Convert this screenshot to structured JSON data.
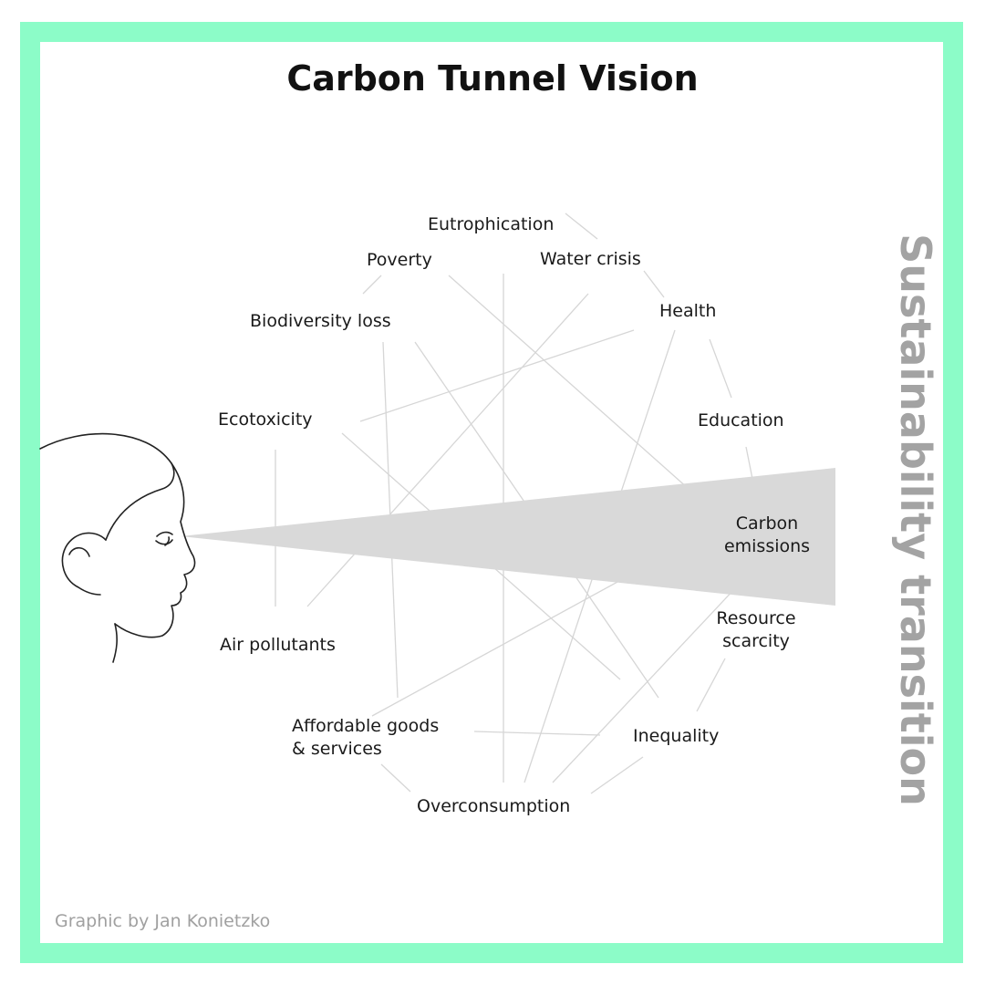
{
  "title": "Carbon Tunnel Vision",
  "side_title": "Sustainability transition",
  "credit": "Graphic by Jan Konietzko",
  "colors": {
    "frame": "#8cfcc8",
    "cone": "#d9d9d9",
    "lines": "#d6d6d6",
    "side_title": "#a3a3a3"
  },
  "icons": {
    "viewer": "human-head-profile-icon"
  },
  "issues": {
    "eutrophication": "Eutrophication",
    "poverty": "Poverty",
    "water_crisis": "Water crisis",
    "biodiversity_loss": "Biodiversity loss",
    "health": "Health",
    "ecotoxicity": "Ecotoxicity",
    "education": "Education",
    "carbon_emissions_1": "Carbon",
    "carbon_emissions_2": "emissions",
    "resource_scarcity_1": "Resource",
    "resource_scarcity_2": "scarcity",
    "air_pollutants": "Air pollutants",
    "affordable_goods_1": "Affordable goods",
    "affordable_goods_2": "& services",
    "inequality": "Inequality",
    "overconsumption": "Overconsumption"
  }
}
